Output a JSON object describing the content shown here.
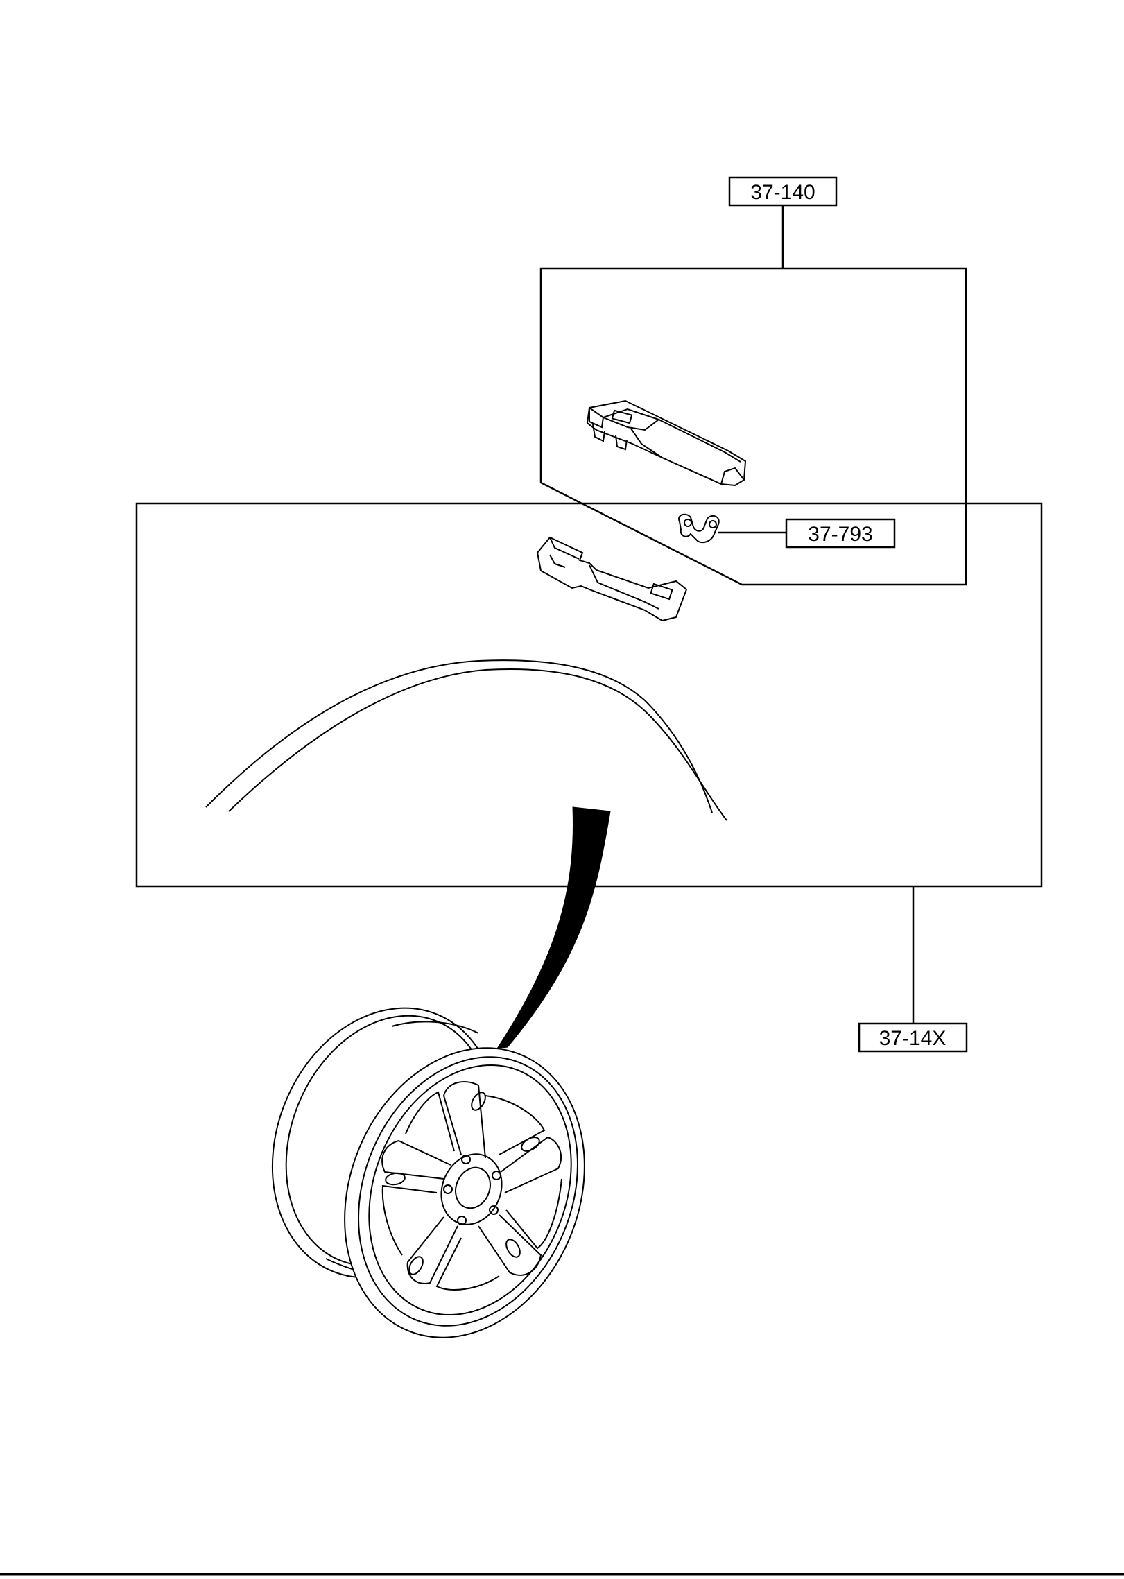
{
  "callouts": {
    "assembly": "37-140",
    "valve": "37-793",
    "wheel_group": "37-14X"
  },
  "colors": {
    "line": "#000000",
    "background": "#ffffff"
  }
}
